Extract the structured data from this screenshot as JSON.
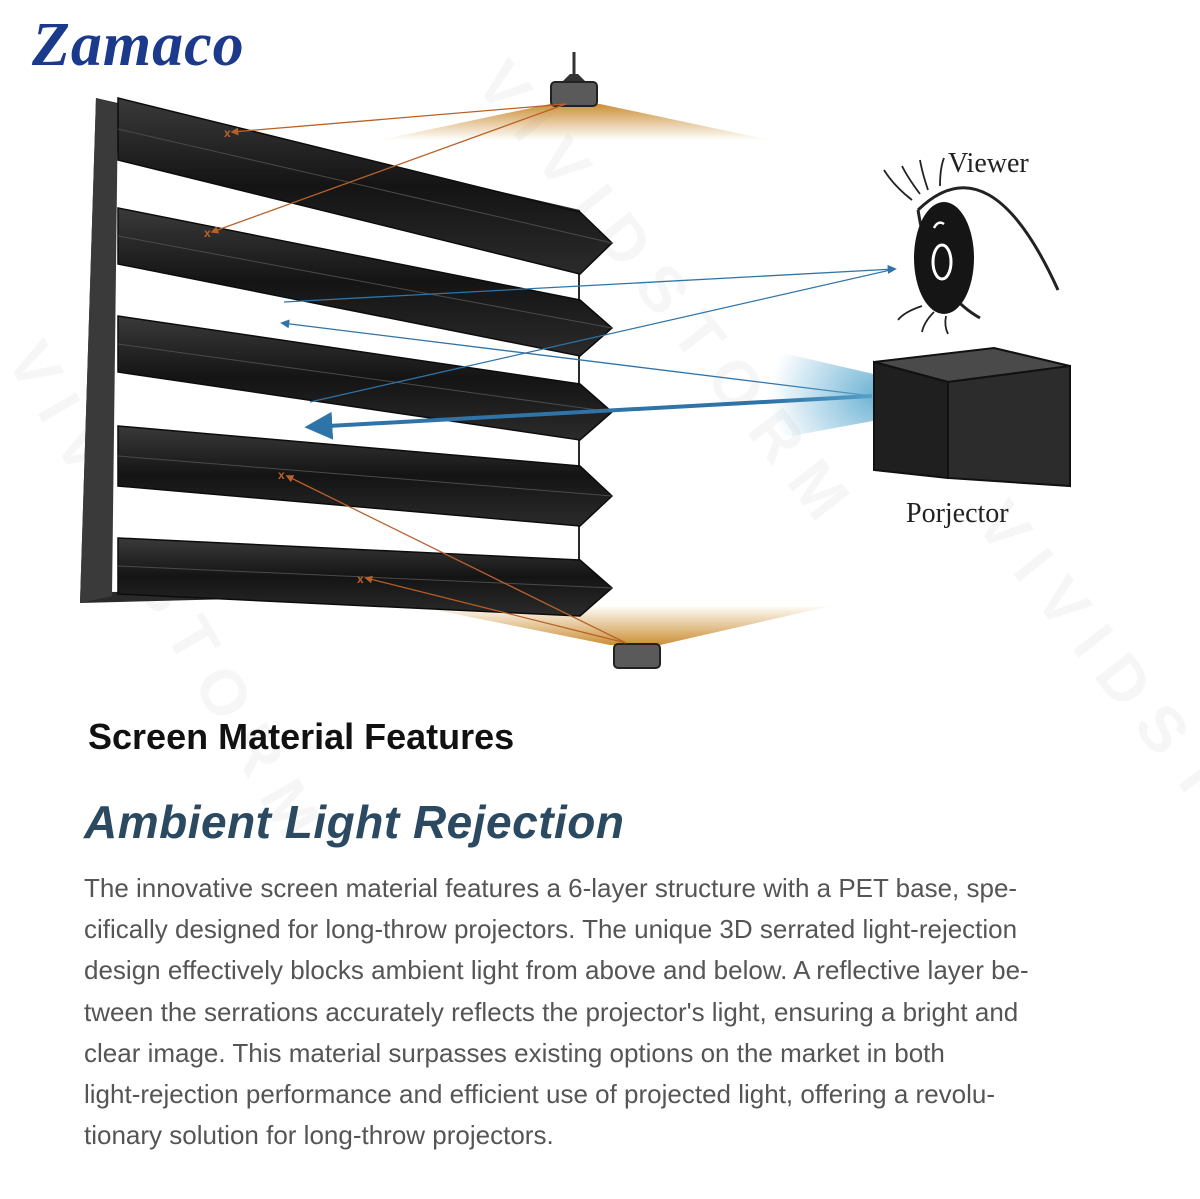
{
  "brand": {
    "logo_text": "Zamaco"
  },
  "diagram": {
    "viewer_label": "Viewer",
    "projector_label": "Porjector",
    "colors": {
      "projected_light": "#2f74a8",
      "ambient_light": "#b8612a",
      "ambient_glow": "#c98a2c",
      "serration": "#1c1c1c",
      "projector_body": "#262626"
    }
  },
  "section_title": "Screen Material Features",
  "headline": "Ambient Light Rejection",
  "body_lines": [
    "The innovative screen material features a 6-layer structure with a PET base, spe-",
    "cifically designed for long-throw projectors. The unique 3D serrated light-rejection",
    "design effectively blocks ambient light from above and below. A reflective layer be-",
    "tween the serrations accurately reflects the projector's light, ensuring a bright and",
    "clear image. This material surpasses existing options on the market in both",
    "light-rejection performance and efficient use of projected light, offering a revolu-",
    "tionary solution for long-throw projectors."
  ],
  "watermark_text": "VIVIDSTORM"
}
